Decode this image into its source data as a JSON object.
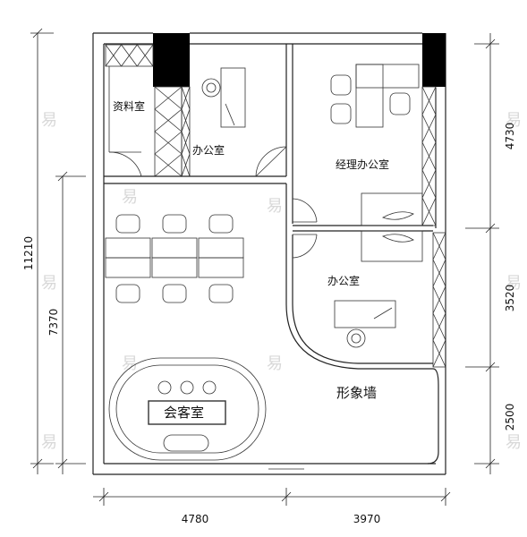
{
  "rooms": {
    "archive": "资料室",
    "office_top": "办公室",
    "manager_office": "经理办公室",
    "office_right": "办公室",
    "image_wall": "形象墙",
    "reception": "会客室"
  },
  "dimensions": {
    "bottom_left": "4780",
    "bottom_right": "3970",
    "right_top": "4730",
    "right_mid": "3520",
    "right_bottom": "2500",
    "left_total": "11210",
    "left_inner": "7370"
  },
  "watermark": "易"
}
